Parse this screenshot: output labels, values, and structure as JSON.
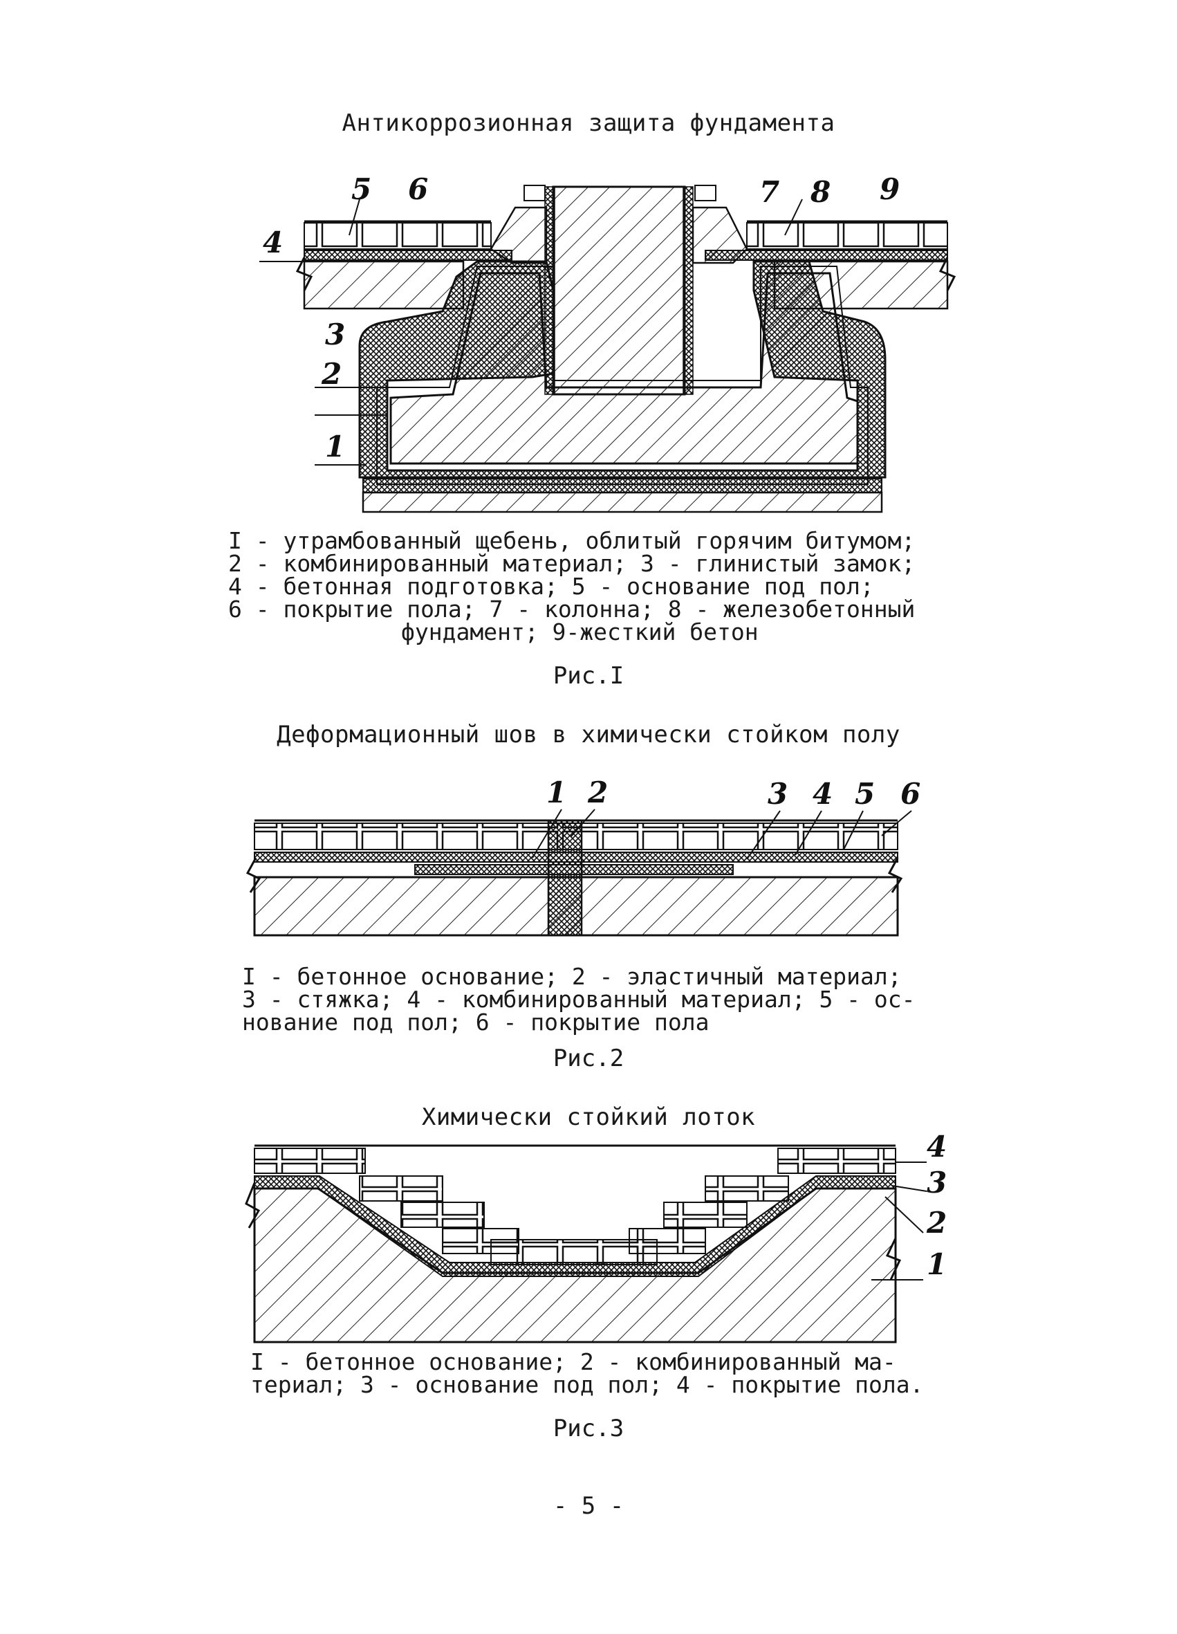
{
  "fig1": {
    "title": "Антикоррозионная защита фундамента",
    "legend": [
      "I - утрамбованный щебень, облитый горячим битумом;",
      "2 - комбинированный материал; 3 - глинистый замок;",
      "4 - бетонная подготовка; 5 - основание под  пол;",
      "6 - покрытие пола; 7 - колонна; 8 - железобетонный",
      "фундамент; 9-жесткий бетон"
    ],
    "label": "Рис.I",
    "callouts": [
      "5",
      "6",
      "7",
      "8",
      "9",
      "4",
      "3",
      "2",
      "1"
    ]
  },
  "fig2": {
    "title": "Деформационный шов в химически стойком полу",
    "legend": [
      "I - бетонное основание; 2 - эластичный материал;",
      "3 - стяжка; 4 - комбинированный материал; 5 - ос-",
      "нование под пол;  6 - покрытие пола"
    ],
    "label": "Рис.2",
    "callouts": [
      "1",
      "2",
      "3",
      "4",
      "5",
      "6"
    ]
  },
  "fig3": {
    "title": "Химически стойкий лоток",
    "legend": [
      "I - бетонное основание; 2 - комбинированный ма-",
      "териал; 3 - основание под пол; 4 - покрытие пола."
    ],
    "label": "Рис.3",
    "callouts": [
      "4",
      "3",
      "2",
      "1"
    ]
  },
  "page_number": "- 5 -"
}
